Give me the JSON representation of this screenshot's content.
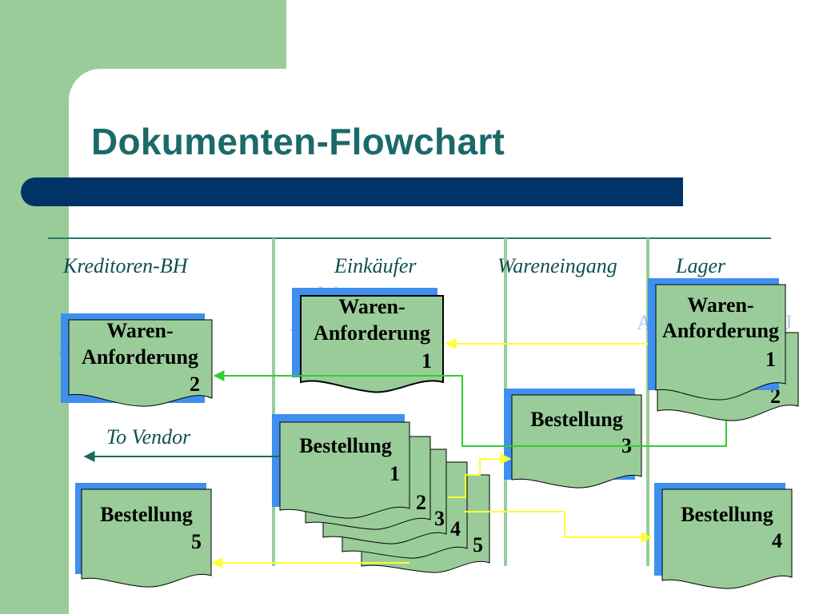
{
  "title": "Dokumenten-Flowchart",
  "lanes": [
    {
      "label": "Kreditoren-BH"
    },
    {
      "label": "Einkäufer"
    },
    {
      "label": "Wareneingang"
    },
    {
      "label": "Lager"
    }
  ],
  "flow_labels": {
    "to_vendor": "To Vendor"
  },
  "documents": {
    "kreditoren_anforderung": {
      "line1": "Waren-",
      "line2": "Anforderung",
      "copy": "2"
    },
    "einkaufer_anforderung": {
      "line1": "Waren-",
      "line2": "Anforderung",
      "copy": "1"
    },
    "lager_anforderung": {
      "line1": "Waren-",
      "line2": "Anforderung",
      "copy": "1",
      "back_copy": "2"
    },
    "einkaufer_bestellung": {
      "name": "Bestellung",
      "copies": [
        "1",
        "2",
        "3",
        "4",
        "5"
      ]
    },
    "wareneingang_bestellung": {
      "name": "Bestellung",
      "copy": "3"
    },
    "lager_bestellung": {
      "name": "Bestellung",
      "copy": "4"
    },
    "kreditoren_bestellung": {
      "name": "Bestellung",
      "copy": "5"
    }
  },
  "colors": {
    "accent_green": "#99cc99",
    "title_teal": "#1a6a6a",
    "title_bar_navy": "#003366",
    "document_fill": "#99cc99",
    "document_shadow": "#3f8fef",
    "arrow_green": "#33cc33",
    "arrow_yellow": "#ffff33",
    "arrow_vendor": "#1a6a5a"
  }
}
